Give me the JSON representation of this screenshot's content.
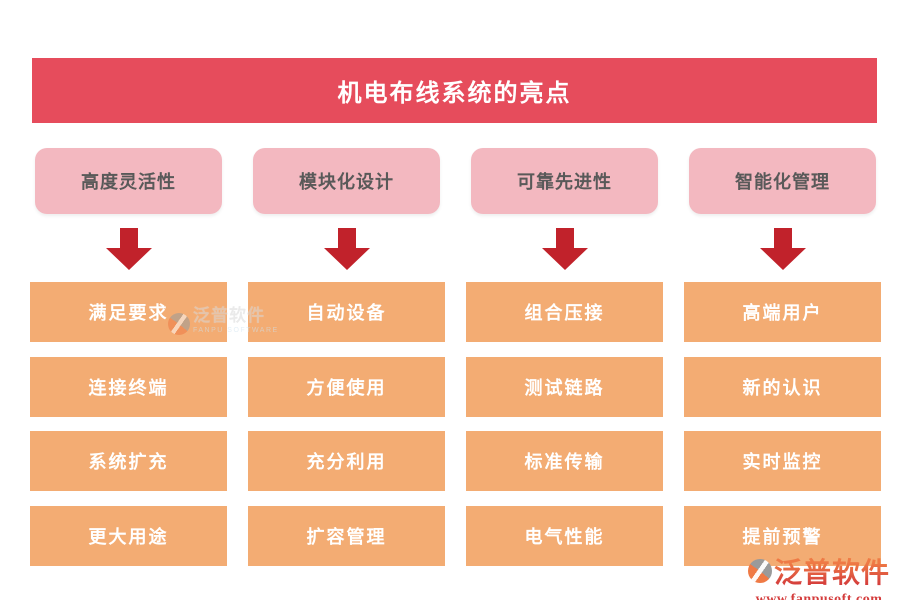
{
  "title": "机电布线系统的亮点",
  "columns": [
    {
      "header": "高度灵活性",
      "items": [
        "满足要求",
        "连接终端",
        "系统扩充",
        "更大用途"
      ]
    },
    {
      "header": "模块化设计",
      "items": [
        "自动设备",
        "方便使用",
        "充分利用",
        "扩容管理"
      ]
    },
    {
      "header": "可靠先进性",
      "items": [
        "组合压接",
        "测试链路",
        "标准传输",
        "电气性能"
      ]
    },
    {
      "header": "智能化管理",
      "items": [
        "高端用户",
        "新的认识",
        "实时监控",
        "提前预警"
      ]
    }
  ],
  "watermark": {
    "brand": "泛普软件",
    "brand_sub": "FANPU SOFTWARE",
    "url": "www.fanpusoft.com"
  },
  "colors": {
    "banner": "#E64C5C",
    "banner_text": "#FFFFFF",
    "header_bg": "#F3B8C0",
    "header_text": "#595959",
    "arrow": "#C1222B",
    "box_bg": "#F3AC73",
    "box_text": "#FFFFFF",
    "brand_orange": "#EF7A45",
    "brand_red": "#D43C3C",
    "logo_gray": "#9A9A9A"
  }
}
